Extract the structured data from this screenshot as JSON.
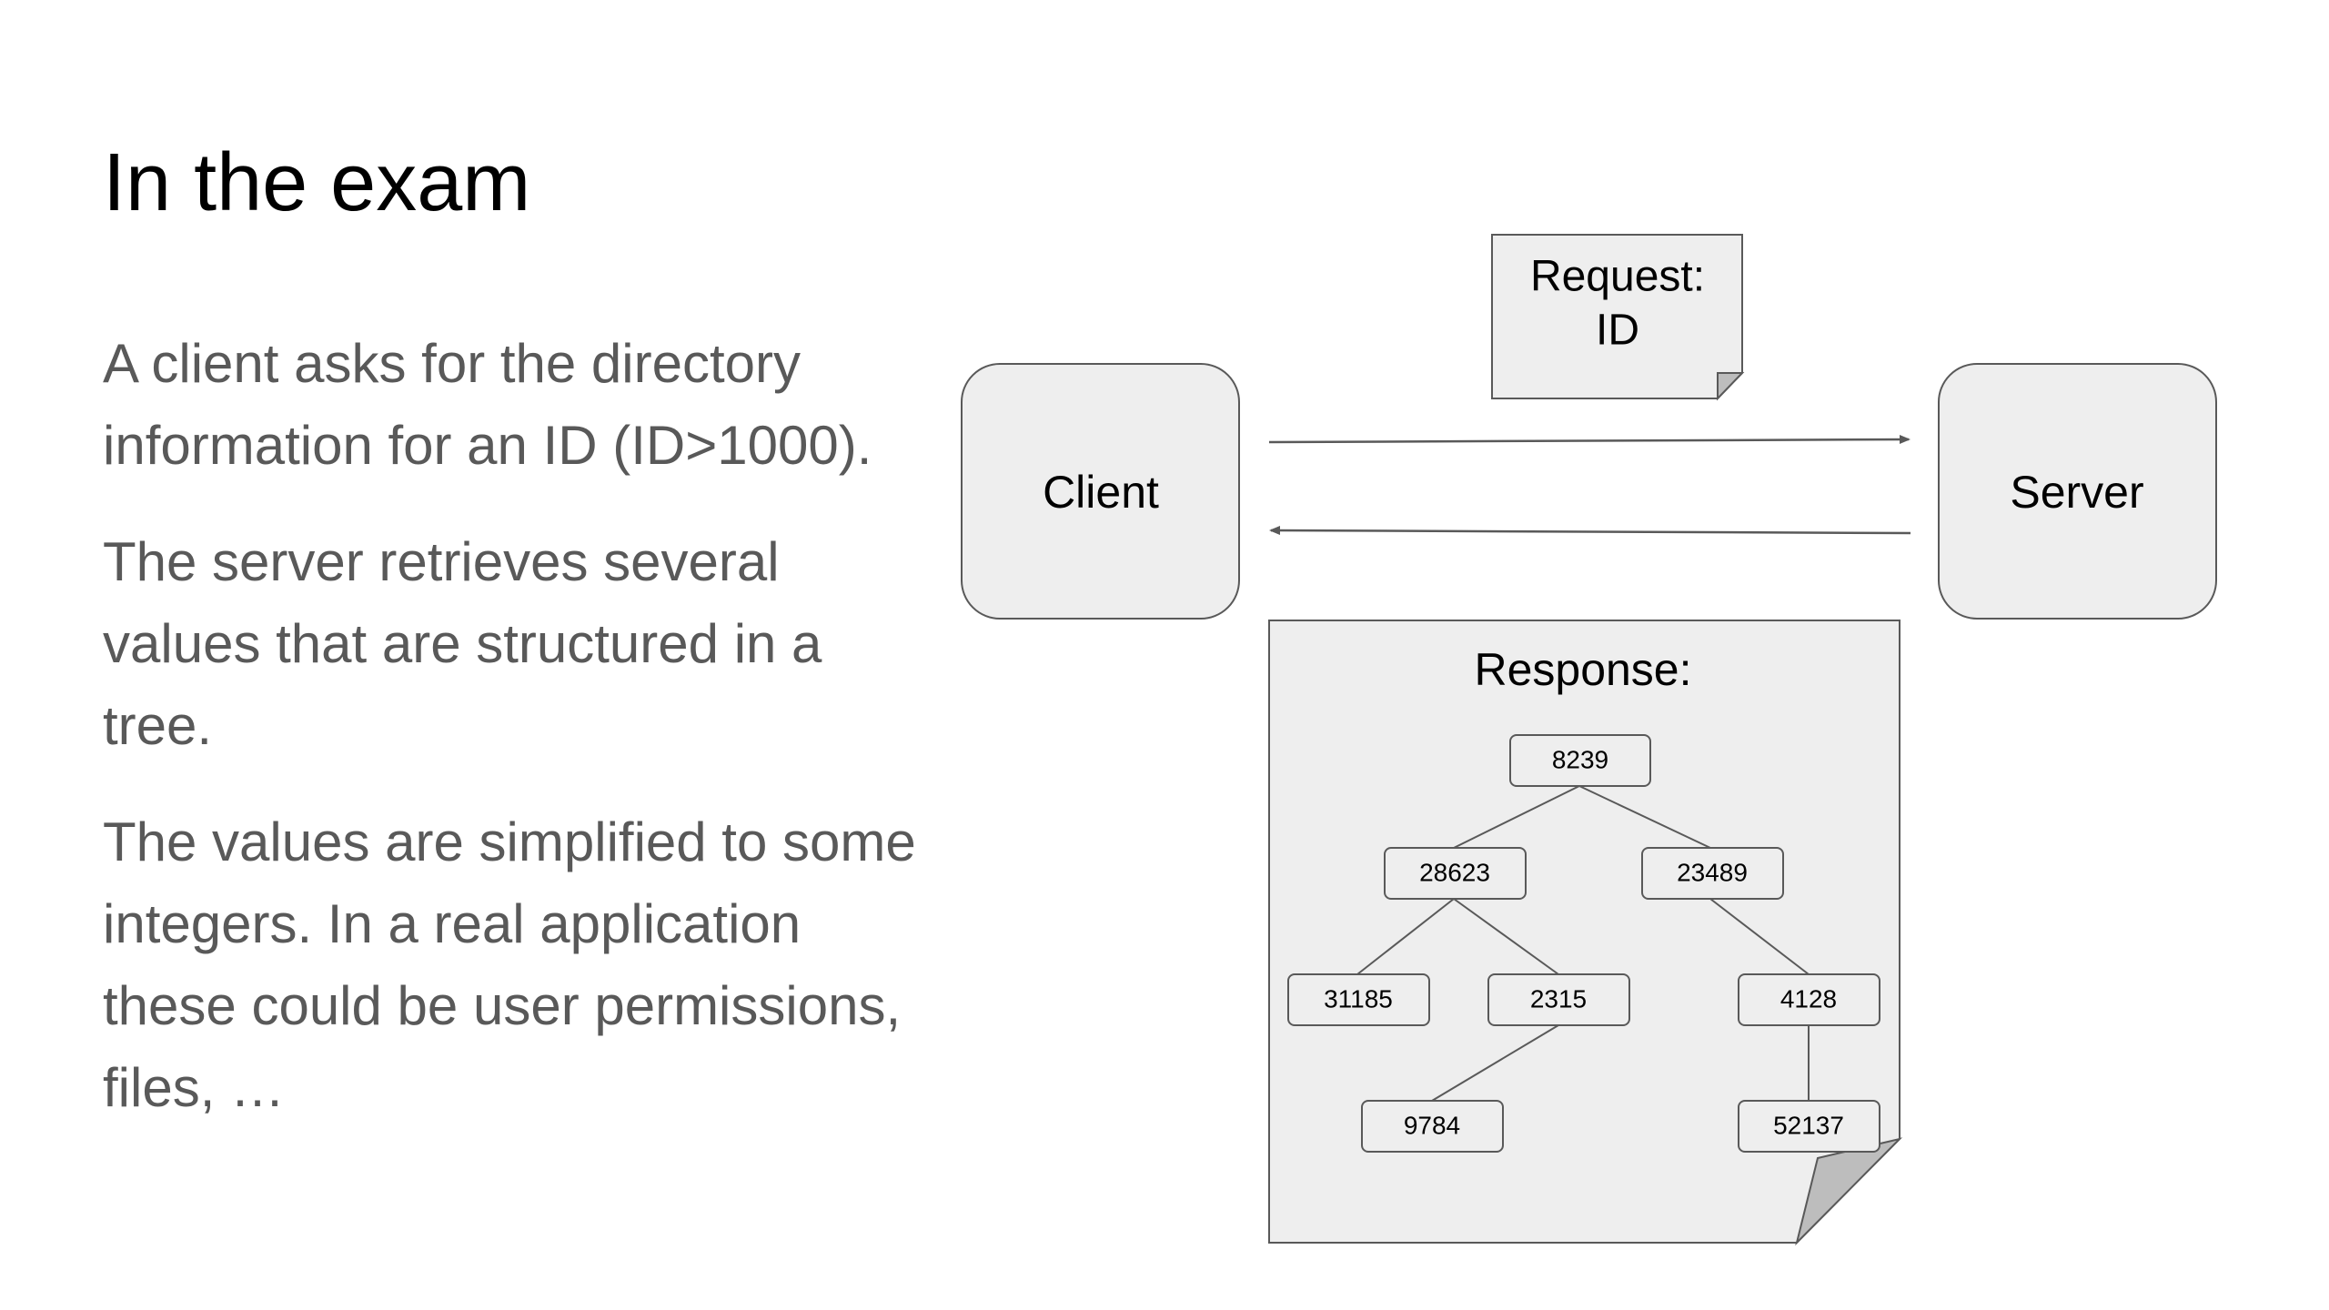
{
  "slide": {
    "title": "In the exam",
    "paragraphs": [
      "A client asks for the directory information for an ID (ID>1000).",
      "The server retrieves several values that are structured in a tree.",
      "The values are simplified to some integers. In a real application these could be user permissions, files, …"
    ]
  },
  "diagram": {
    "client_label": "Client",
    "server_label": "Server",
    "request_label_line1": "Request:",
    "request_label_line2": "ID",
    "response_label": "Response:",
    "tree_nodes": {
      "root": "8239",
      "left": "28623",
      "right": "23489",
      "left_left": "31185",
      "left_right": "2315",
      "right_child": "4128",
      "left_right_child": "9784",
      "right_child_child": "52137"
    }
  },
  "colors": {
    "box_fill": "#eeeeee",
    "box_stroke": "#595959",
    "text_gray": "#595959"
  }
}
